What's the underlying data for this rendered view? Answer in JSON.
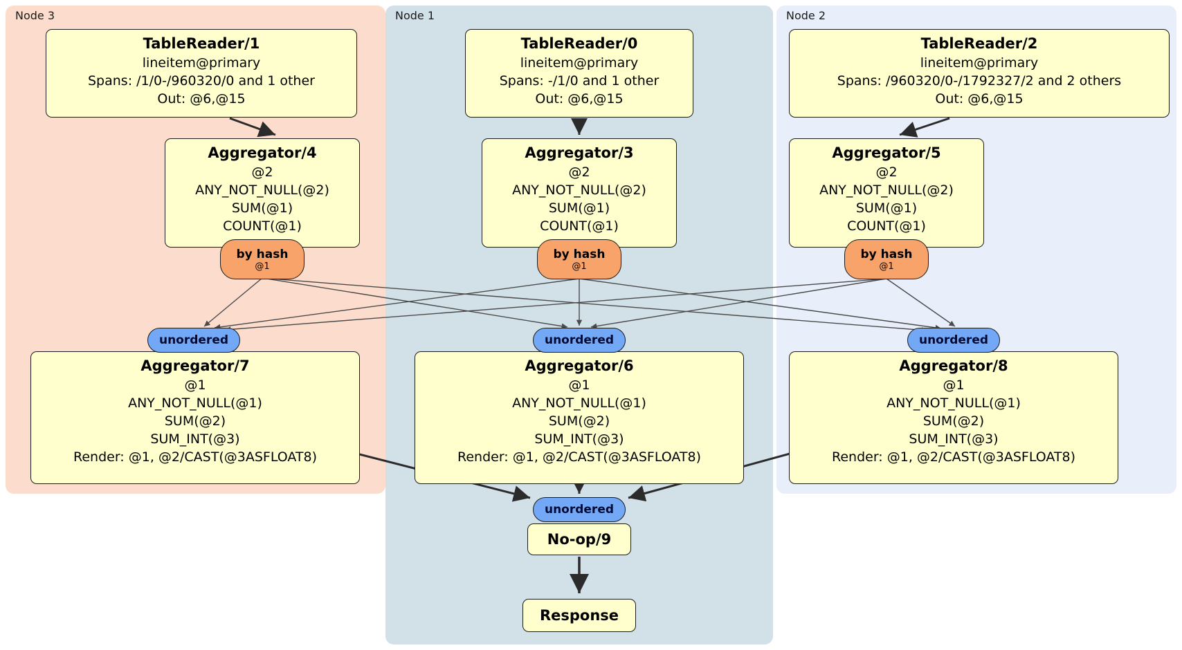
{
  "nodes": [
    {
      "label": "Node 3",
      "table_reader": {
        "title": "TableReader/1",
        "lines": [
          "lineitem@primary",
          "Spans: /1/0-/960320/0 and 1 other",
          "Out: @6,@15"
        ]
      },
      "aggregator_top": {
        "title": "Aggregator/4",
        "lines": [
          "@2",
          "ANY_NOT_NULL(@2)",
          "SUM(@1)",
          "COUNT(@1)"
        ]
      },
      "router": {
        "label": "by hash",
        "sub": "@1"
      },
      "stream": {
        "label": "unordered"
      },
      "aggregator_bottom": {
        "title": "Aggregator/7",
        "lines": [
          "@1",
          "ANY_NOT_NULL(@1)",
          "SUM(@2)",
          "SUM_INT(@3)",
          "Render: @1, @2/CAST(@3ASFLOAT8)"
        ]
      }
    },
    {
      "label": "Node 1",
      "table_reader": {
        "title": "TableReader/0",
        "lines": [
          "lineitem@primary",
          "Spans: -/1/0 and 1 other",
          "Out: @6,@15"
        ]
      },
      "aggregator_top": {
        "title": "Aggregator/3",
        "lines": [
          "@2",
          "ANY_NOT_NULL(@2)",
          "SUM(@1)",
          "COUNT(@1)"
        ]
      },
      "router": {
        "label": "by hash",
        "sub": "@1"
      },
      "stream": {
        "label": "unordered"
      },
      "aggregator_bottom": {
        "title": "Aggregator/6",
        "lines": [
          "@1",
          "ANY_NOT_NULL(@1)",
          "SUM(@2)",
          "SUM_INT(@3)",
          "Render: @1, @2/CAST(@3ASFLOAT8)"
        ]
      }
    },
    {
      "label": "Node 2",
      "table_reader": {
        "title": "TableReader/2",
        "lines": [
          "lineitem@primary",
          "Spans: /960320/0-/1792327/2 and 2 others",
          "Out: @6,@15"
        ]
      },
      "aggregator_top": {
        "title": "Aggregator/5",
        "lines": [
          "@2",
          "ANY_NOT_NULL(@2)",
          "SUM(@1)",
          "COUNT(@1)"
        ]
      },
      "router": {
        "label": "by hash",
        "sub": "@1"
      },
      "stream": {
        "label": "unordered"
      },
      "aggregator_bottom": {
        "title": "Aggregator/8",
        "lines": [
          "@1",
          "ANY_NOT_NULL(@1)",
          "SUM(@2)",
          "SUM_INT(@3)",
          "Render: @1, @2/CAST(@3ASFLOAT8)"
        ]
      }
    }
  ],
  "final": {
    "stream_label": "unordered",
    "noop_label": "No-op/9",
    "response_label": "Response"
  },
  "colors": {
    "node3_bg": "#fcdccc",
    "node1_bg": "#d2e0e8",
    "node2_bg": "#e8effb",
    "box_fill": "#ffffce",
    "router_fill": "#f8a369",
    "stream_fill": "#73a8f6"
  }
}
